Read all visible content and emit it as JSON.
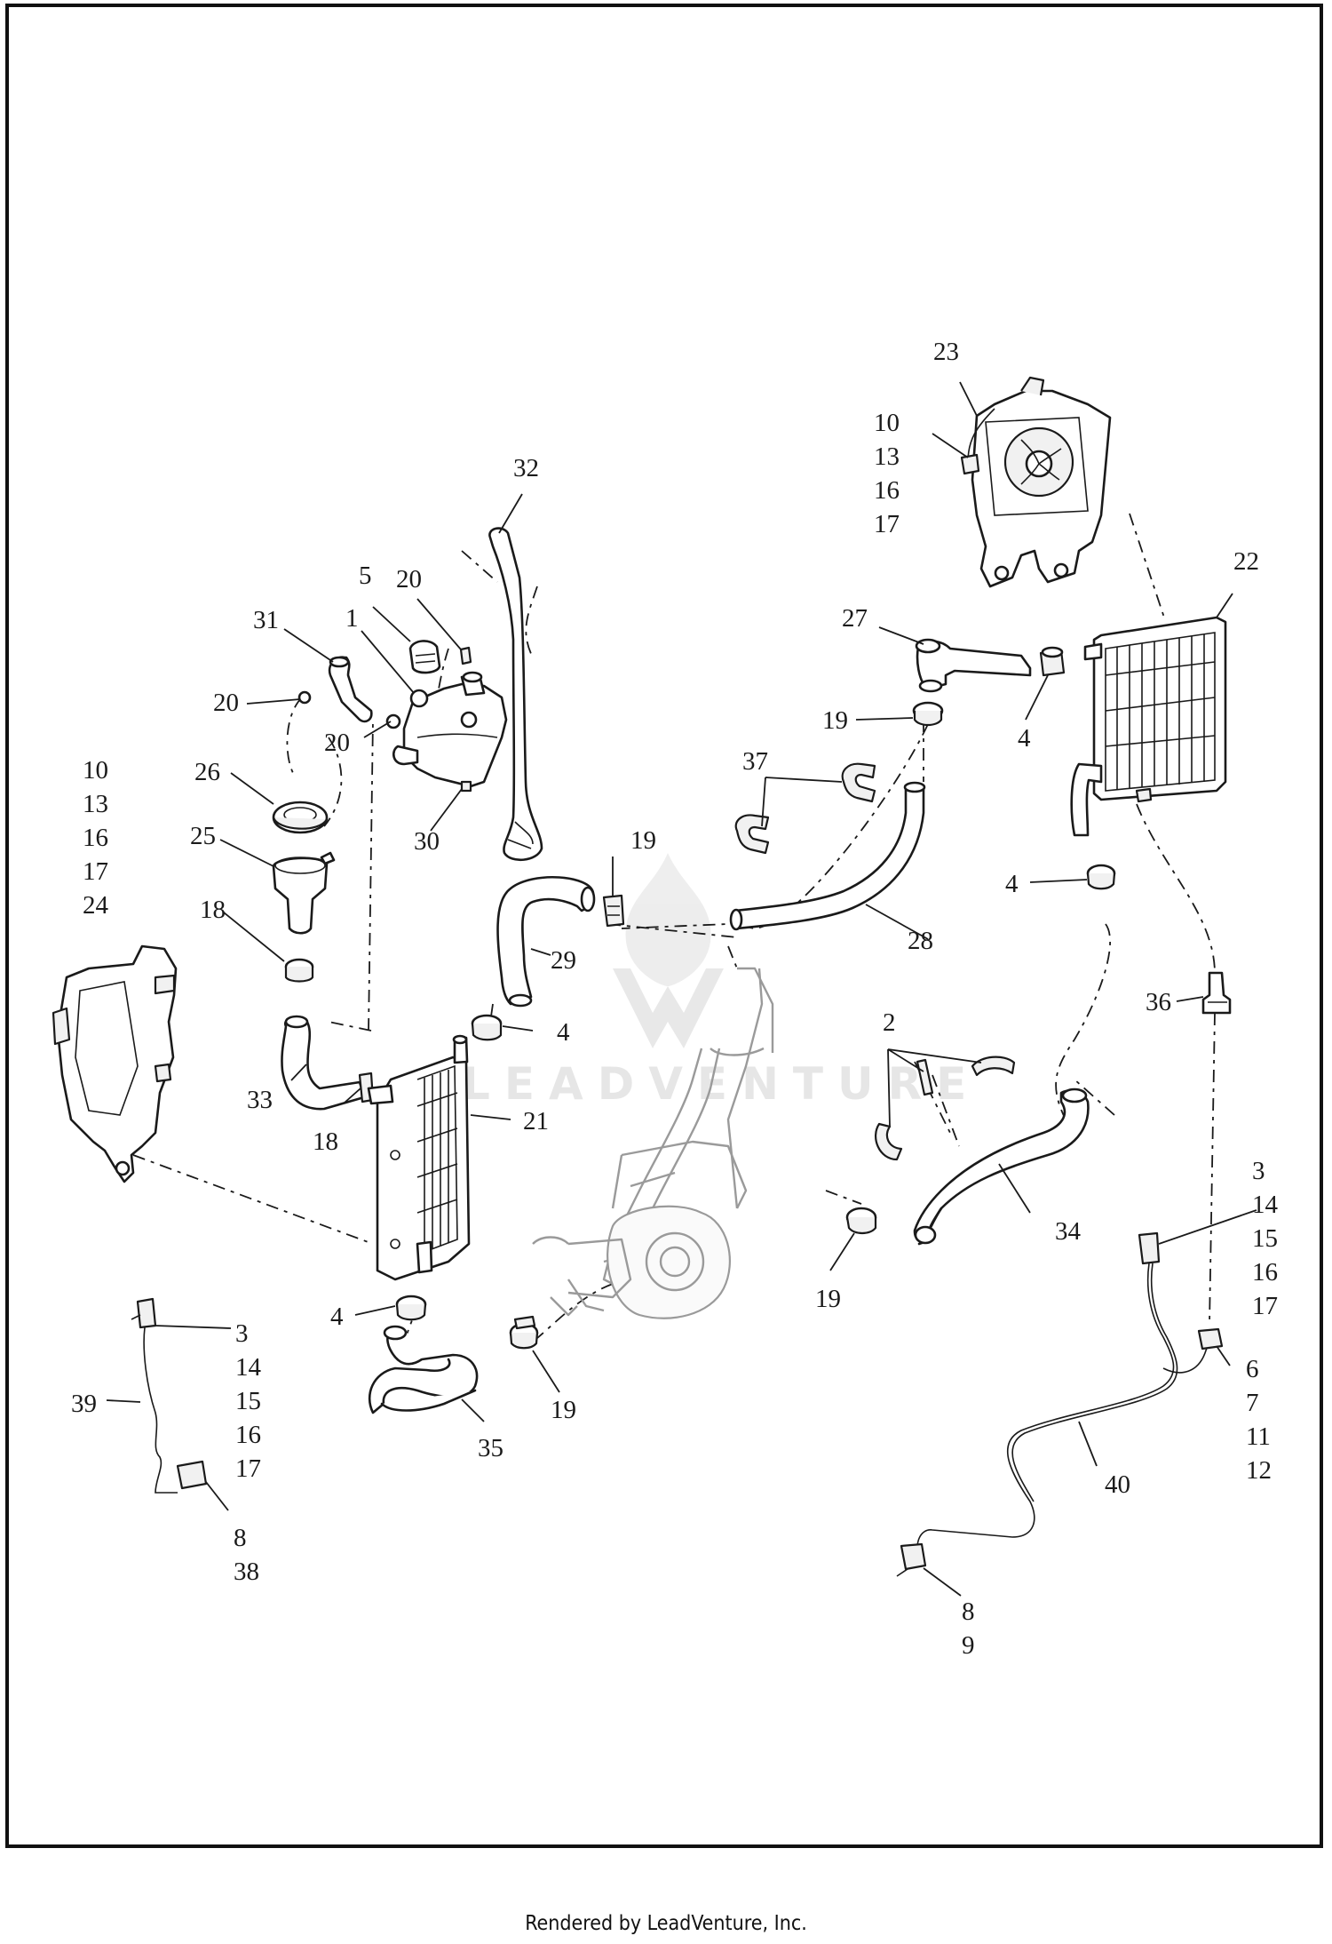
{
  "footer": {
    "text": "Rendered by LeadVenture, Inc."
  },
  "watermark": {
    "text": "LEADVENTURE"
  },
  "callouts": [
    {
      "id": "c23",
      "lines": [
        "23"
      ]
    },
    {
      "id": "c10a",
      "lines": [
        "10",
        "13",
        "16",
        "17"
      ]
    },
    {
      "id": "c22",
      "lines": [
        "22"
      ]
    },
    {
      "id": "c32",
      "lines": [
        "32"
      ]
    },
    {
      "id": "c5",
      "lines": [
        "5"
      ]
    },
    {
      "id": "c20a",
      "lines": [
        "20"
      ]
    },
    {
      "id": "c31",
      "lines": [
        "31"
      ]
    },
    {
      "id": "c1",
      "lines": [
        "1"
      ]
    },
    {
      "id": "c20b",
      "lines": [
        "20"
      ]
    },
    {
      "id": "c20c",
      "lines": [
        "20"
      ]
    },
    {
      "id": "c27",
      "lines": [
        "27"
      ]
    },
    {
      "id": "c19a",
      "lines": [
        "19"
      ]
    },
    {
      "id": "c4a",
      "lines": [
        "4"
      ]
    },
    {
      "id": "c37",
      "lines": [
        "37"
      ]
    },
    {
      "id": "c10b",
      "lines": [
        "10",
        "13",
        "16",
        "17",
        "24"
      ]
    },
    {
      "id": "c26",
      "lines": [
        "26"
      ]
    },
    {
      "id": "c25",
      "lines": [
        "25"
      ]
    },
    {
      "id": "c30",
      "lines": [
        "30"
      ]
    },
    {
      "id": "c19b",
      "lines": [
        "19"
      ]
    },
    {
      "id": "c4b",
      "lines": [
        "4"
      ]
    },
    {
      "id": "c18a",
      "lines": [
        "18"
      ]
    },
    {
      "id": "c29",
      "lines": [
        "29"
      ]
    },
    {
      "id": "c28",
      "lines": [
        "28"
      ]
    },
    {
      "id": "c36",
      "lines": [
        "36"
      ]
    },
    {
      "id": "c4c",
      "lines": [
        "4"
      ]
    },
    {
      "id": "c2",
      "lines": [
        "2"
      ]
    },
    {
      "id": "c33",
      "lines": [
        "33"
      ]
    },
    {
      "id": "c18b",
      "lines": [
        "18"
      ]
    },
    {
      "id": "c21",
      "lines": [
        "21"
      ]
    },
    {
      "id": "c34",
      "lines": [
        "34"
      ]
    },
    {
      "id": "c3a",
      "lines": [
        "3",
        "14",
        "15",
        "16",
        "17"
      ]
    },
    {
      "id": "c19c",
      "lines": [
        "19"
      ]
    },
    {
      "id": "c4d",
      "lines": [
        "4"
      ]
    },
    {
      "id": "c3b",
      "lines": [
        "3",
        "14",
        "15",
        "16",
        "17"
      ]
    },
    {
      "id": "c39",
      "lines": [
        "39"
      ]
    },
    {
      "id": "c19d",
      "lines": [
        "19"
      ]
    },
    {
      "id": "c35",
      "lines": [
        "35"
      ]
    },
    {
      "id": "c6",
      "lines": [
        "6",
        "7",
        "11",
        "12"
      ]
    },
    {
      "id": "c40",
      "lines": [
        "40"
      ]
    },
    {
      "id": "c8a",
      "lines": [
        "8",
        "38"
      ]
    },
    {
      "id": "c8b",
      "lines": [
        "8",
        "9"
      ]
    }
  ]
}
